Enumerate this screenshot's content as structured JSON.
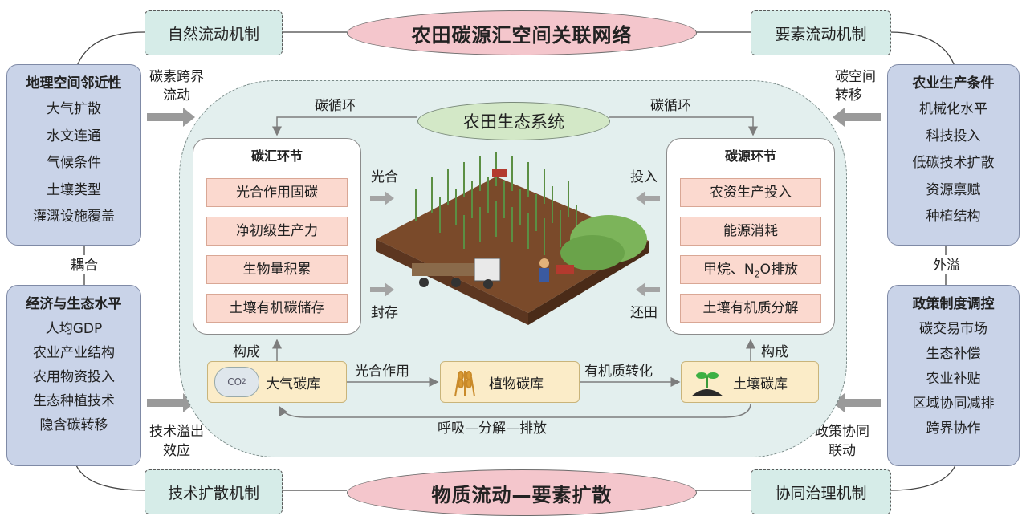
{
  "top_title": "农田碳源汇空间关联网络",
  "bottom_title": "物质流动—要素扩散",
  "mechanisms": {
    "top_left": "自然流动机制",
    "top_right": "要素流动机制",
    "bottom_left": "技术扩散机制",
    "bottom_right": "协同治理机制"
  },
  "left_top_panel": {
    "title": "地理空间邻近性",
    "items": [
      "大气扩散",
      "水文连通",
      "气候条件",
      "土壤类型",
      "灌溉设施覆盖"
    ]
  },
  "left_bottom_panel": {
    "title": "经济与生态水平",
    "items": [
      "人均GDP",
      "农业产业结构",
      "农用物资投入",
      "生态种植技术",
      "隐含碳转移"
    ]
  },
  "right_top_panel": {
    "title": "农业生产条件",
    "items": [
      "机械化水平",
      "科技投入",
      "低碳技术扩散",
      "资源禀赋",
      "种植结构"
    ]
  },
  "right_bottom_panel": {
    "title": "政策制度调控",
    "items": [
      "碳交易市场",
      "生态补偿",
      "农业补贴",
      "区域协同减排",
      "跨界协作"
    ]
  },
  "side_labels": {
    "coupling": "耦合",
    "spillover": "外溢",
    "carbon_flow_1": "碳素跨界",
    "carbon_flow_2": "流动",
    "spatial_1": "碳空间",
    "spatial_2": "转移",
    "tech_1": "技术溢出",
    "tech_2": "效应",
    "policy_1": "政策协同",
    "policy_2": "联动"
  },
  "ecosystem": {
    "title": "农田生态系统",
    "cycle_left": "碳循环",
    "cycle_right": "碳循环",
    "sink": {
      "title": "碳汇环节",
      "items": [
        "光合作用固碳",
        "净初级生产力",
        "生物量积累",
        "土壤有机碳储存"
      ]
    },
    "source": {
      "title": "碳源环节",
      "items": [
        "农资生产投入",
        "能源消耗",
        "甲烷、N",
        "O排放",
        "土壤有机质分解"
      ]
    },
    "photosynthesis": "光合",
    "storage": "封存",
    "input": "投入",
    "return_field": "还田",
    "compose_left": "构成",
    "compose_right": "构成",
    "pools": {
      "atmosphere": "大气碳库",
      "plant": "植物碳库",
      "soil": "土壤碳库",
      "co2_icon_text": "CO",
      "co2_sub": "2"
    },
    "flows": {
      "photo_action": "光合作用",
      "organic_transform": "有机质转化",
      "respiration": "呼吸—分解—排放"
    },
    "subscript_2": "2"
  },
  "colors": {
    "ellipse": "#f4c6cc",
    "mechanism": "#d6ece8",
    "panel": "#c9d3e8",
    "core": "#e3efee",
    "pill": "#fbd9cf",
    "pool": "#fbecc8",
    "arrow": "#8e8e8e"
  }
}
